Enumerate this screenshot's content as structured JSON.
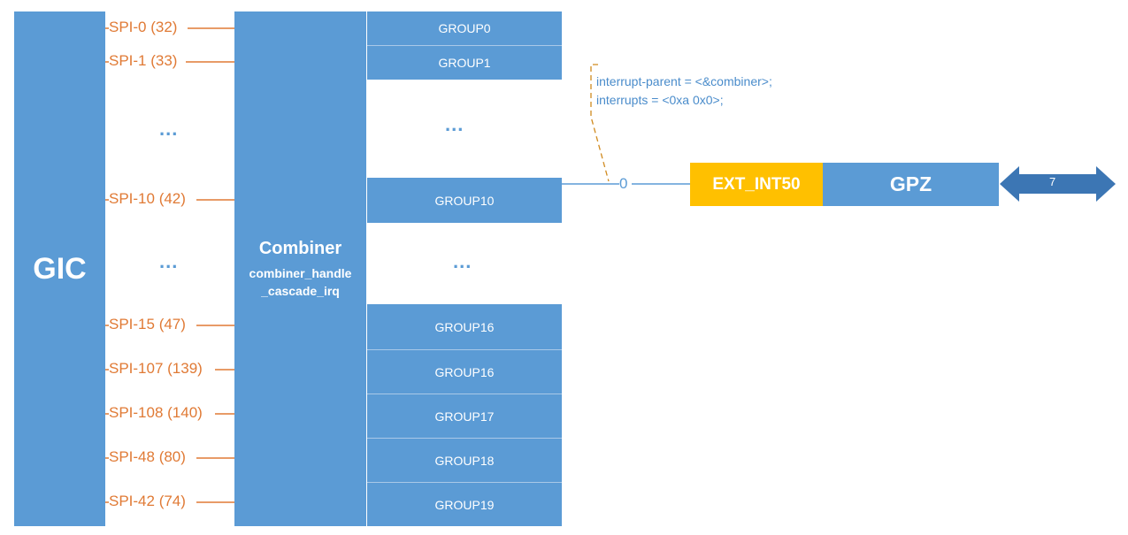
{
  "gic": {
    "label": "GIC"
  },
  "combiner": {
    "title": "Combiner",
    "sub1": "combiner_handle",
    "sub2": "_cascade_irq"
  },
  "spi_lines": [
    {
      "label": "SPI-0 (32)"
    },
    {
      "label": "SPI-1 (33)"
    },
    {
      "label": "SPI-10 (42)"
    },
    {
      "label": "SPI-15 (47)"
    },
    {
      "label": "SPI-107 (139)"
    },
    {
      "label": "SPI-108 (140)"
    },
    {
      "label": "SPI-48 (80)"
    },
    {
      "label": "SPI-42 (74)"
    }
  ],
  "ellipsis": "...",
  "groups": [
    {
      "label": "GROUP0"
    },
    {
      "label": "GROUP1"
    },
    {
      "label": "GROUP10"
    },
    {
      "label": "GROUP16"
    },
    {
      "label": "GROUP16"
    },
    {
      "label": "GROUP17"
    },
    {
      "label": "GROUP18"
    },
    {
      "label": "GROUP19"
    }
  ],
  "annotation": {
    "line1": "interrupt-parent = <&combiner>;",
    "line2": "interrupts = <0xa 0x0>;"
  },
  "connection_index": "0",
  "ext_int": {
    "label": "EXT_INT50"
  },
  "gpz": {
    "label": "GPZ"
  },
  "pin_range": "7",
  "colors": {
    "block": "#5b9bd5",
    "spi_line": "#e07a35",
    "ext_int": "#ffc000",
    "arrow": "#3c76b4"
  }
}
